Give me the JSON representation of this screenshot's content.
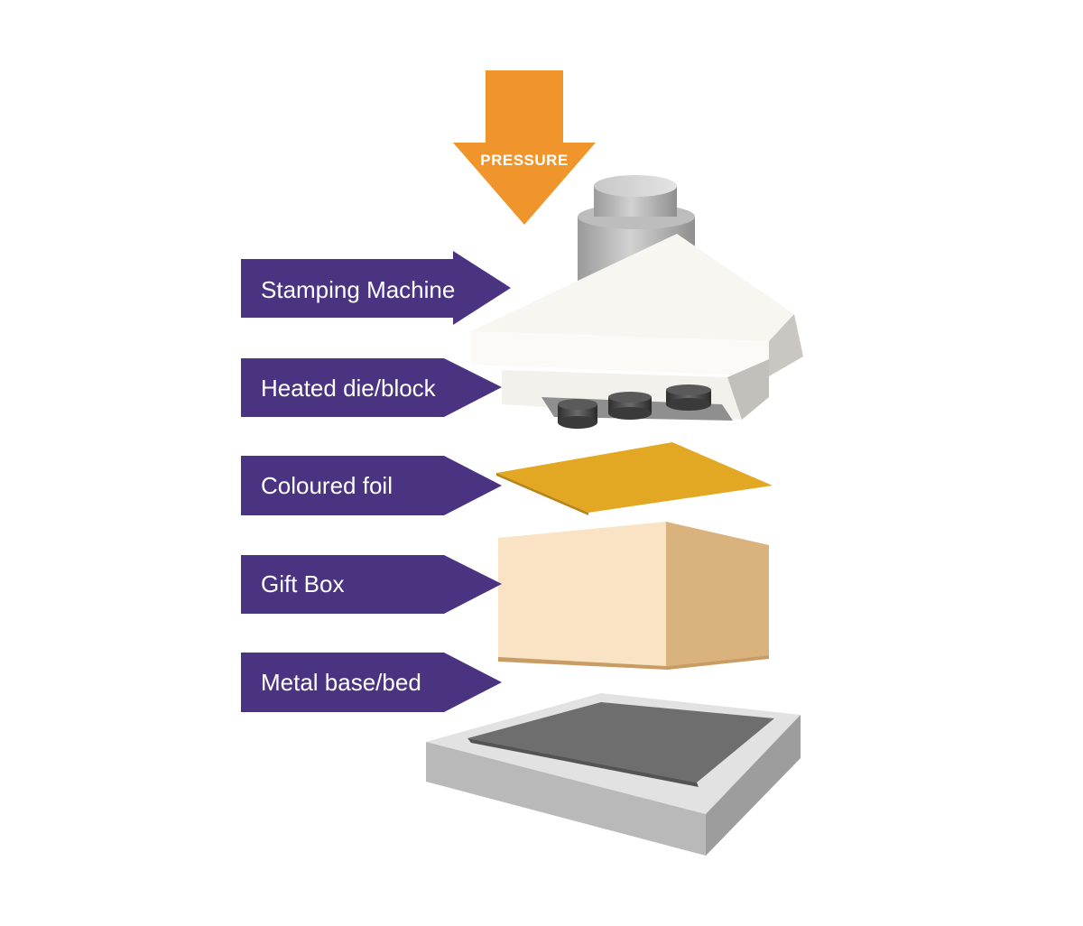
{
  "pressure_label": "PRESSURE",
  "labels": {
    "stamping_machine": "Stamping Machine",
    "heated_die": "Heated die/block",
    "coloured_foil": "Coloured foil",
    "gift_box": "Gift Box",
    "metal_base": "Metal base/bed"
  },
  "colors": {
    "label_fill": "#4a3380",
    "pressure_arrow": "#f0952b",
    "foil": "#e3a823",
    "box_front": "#f9e3c4",
    "box_side": "#d9b27e",
    "metal_surface": "#6e6e6e"
  }
}
